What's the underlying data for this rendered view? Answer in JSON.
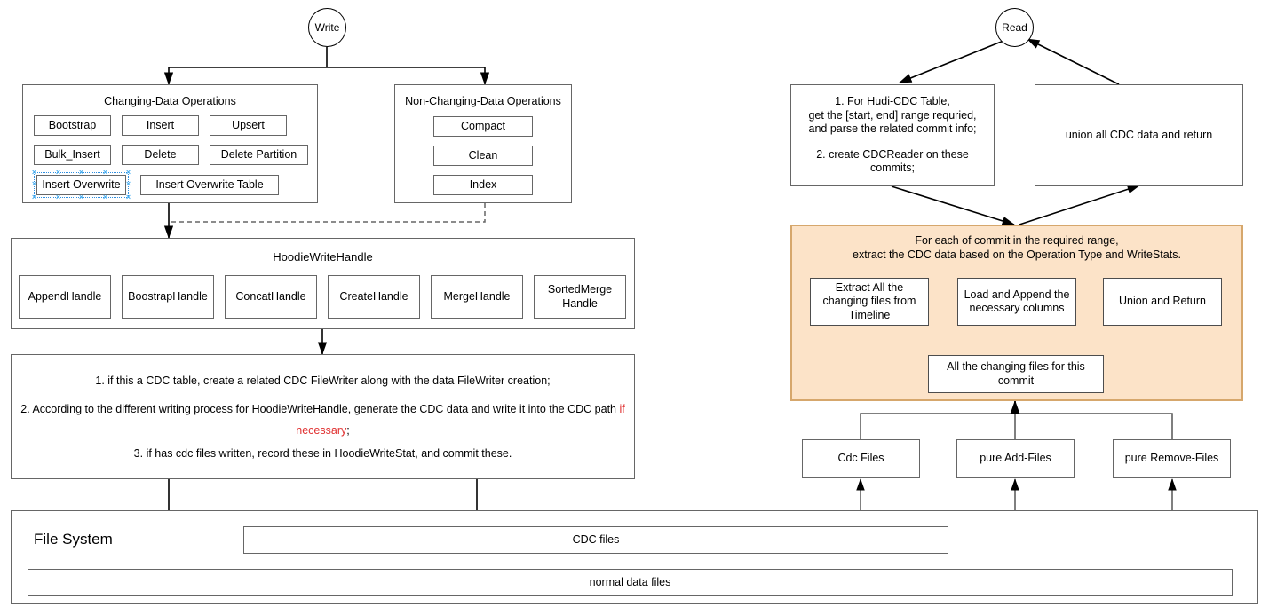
{
  "diagram": {
    "title": "Hudi CDC Write and Read Flow",
    "accent_orange_fill": "#fce3c8",
    "accent_orange_border": "#d6a76c",
    "selection_color": "#49aef0",
    "highlight_text_color": "#e03030"
  },
  "write": {
    "start_node": "Write",
    "changing_group": {
      "title": "Changing-Data Operations",
      "items": [
        "Bootstrap",
        "Insert",
        "Upsert",
        "Bulk_Insert",
        "Delete",
        "Delete Partition",
        "Insert  Overwrite",
        "Insert  Overwrite Table"
      ],
      "selected_item": "Insert  Overwrite"
    },
    "nonchanging_group": {
      "title": "Non-Changing-Data Operations",
      "items": [
        "Compact",
        "Clean",
        "Index"
      ]
    },
    "handle_group": {
      "title": "HoodieWriteHandle",
      "items": [
        "AppendHandle",
        "BoostrapHandle",
        "ConcatHandle",
        "CreateHandle",
        "MergeHandle",
        "SortedMerge Handle"
      ]
    },
    "steps_panel": {
      "line1": "1. if this a CDC table, create a related CDC FileWriter along with the data FileWriter creation;",
      "line2a": "2. According to the different writing process for HoodieWriteHandle, generate the CDC data and write it into the CDC path ",
      "line2_highlight": "if necessary",
      "line2b": ";",
      "line3": "3. if has cdc files written, record these in HoodieWriteStat, and commit these."
    },
    "file_system": {
      "label": "File System",
      "cdc_files": "CDC files",
      "normal_data_files": "normal data files"
    }
  },
  "read": {
    "start_node": "Read",
    "step_box": {
      "l1": "1. For Hudi-CDC Table,",
      "l2": "get the [start, end] range requried,",
      "l3": "and parse the related commit info;",
      "l4": "2. create CDCReader on these",
      "l5": "commits;"
    },
    "union_box": "union all CDC data and return",
    "orange_panel": {
      "header_l1": "For each of commit in the required range,",
      "header_l2": "extract the CDC data based on the Operation Type and WriteStats.",
      "extract_box": "Extract All the changing files from Timeline",
      "load_box": "Load and Append the necessary columns",
      "union_box": "Union and Return",
      "changing_files_box": "All the changing files for this commit"
    },
    "source_boxes": [
      "Cdc Files",
      "pure Add-Files",
      "pure Remove-Files"
    ]
  }
}
